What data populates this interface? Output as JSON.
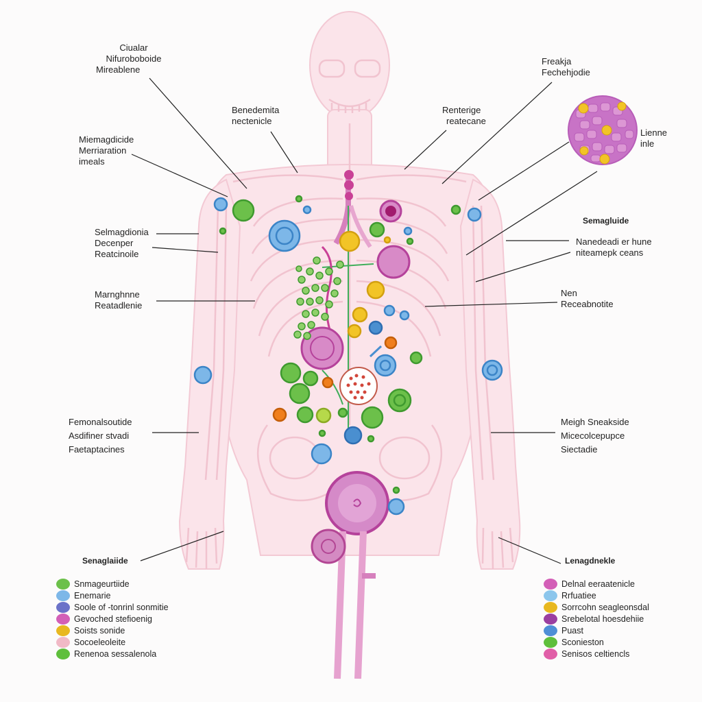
{
  "labels": {
    "top_left": [
      "Ciualar",
      "Nifuroboboide",
      "Mireablene"
    ],
    "upper_left": [
      "Miemagdicide",
      "Merriaration",
      "imeals"
    ],
    "left_mid1": [
      "Selmagdionia",
      "Decenper",
      "Reatcinoile"
    ],
    "left_mid2": [
      "Marnghnne",
      "Reatadlenie"
    ],
    "left_low": [
      "Femonalsoutide",
      "Asdifiner stvadi",
      "Faetaptacines"
    ],
    "center_left": [
      "Benedemita",
      "nectenicle"
    ],
    "center_right": [
      "Renterige",
      "reatecane"
    ],
    "top_right": [
      "Freakja",
      "Fechehjodie"
    ],
    "right_inset": [
      "Lienne",
      "inle"
    ],
    "right_title": "Semagluide",
    "right_mid1": [
      "Nanedeadi er hune",
      "niteamepk ceans"
    ],
    "right_mid2": [
      "Nen",
      "Receabnotite"
    ],
    "right_low": [
      "Meigh Sneakside",
      "Micecolcepupce",
      "Siectadie"
    ]
  },
  "legend_left": {
    "title": "Senaglaiide",
    "items": [
      {
        "label": "Snmageurtiide",
        "color": "#6cc04a"
      },
      {
        "label": "Enemarie",
        "color": "#7db7e8"
      },
      {
        "label": "Soole of -tonrinl sonmitie",
        "color": "#6b72c8"
      },
      {
        "label": "Gevoched stefioenig",
        "color": "#d35fb7"
      },
      {
        "label": "Soists sonide",
        "color": "#e8b820"
      },
      {
        "label": "Socoeleoleite",
        "color": "#f1b9c6"
      },
      {
        "label": "Renenoa sessalenola",
        "color": "#5fbf3c"
      }
    ]
  },
  "legend_right": {
    "title": "Lenagdnekle",
    "items": [
      {
        "label": "Delnal eeraatenicle",
        "color": "#d35fb7"
      },
      {
        "label": "Rrfuatiee",
        "color": "#8cc6ec"
      },
      {
        "label": "Sorrcohn seagleonsdal",
        "color": "#e8b820"
      },
      {
        "label": "Srebelotal hoesdehiie",
        "color": "#9b3fa0"
      },
      {
        "label": "Puast",
        "color": "#4f8fd6"
      },
      {
        "label": "Sconieston",
        "color": "#5fbf3c"
      },
      {
        "label": "Senisos celtiencls",
        "color": "#e15fa8"
      }
    ]
  }
}
